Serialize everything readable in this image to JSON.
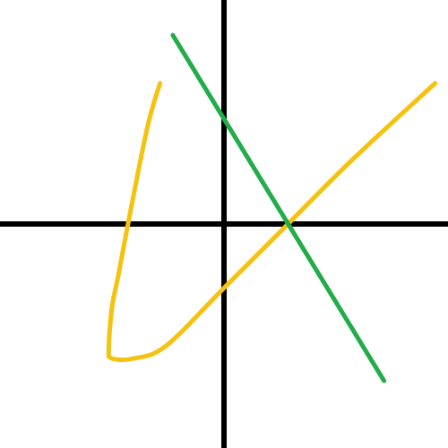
{
  "chart_data": {
    "type": "line",
    "title": "",
    "xlabel": "",
    "ylabel": "",
    "xlim": [
      -3.5,
      3.5
    ],
    "ylim": [
      -3.5,
      3.5
    ],
    "grid": false,
    "legend": "none",
    "axes_color": "#000000",
    "series": [
      {
        "color": "#f5c20f",
        "x": [
          -1.0,
          -1.2,
          -1.5,
          -1.65,
          -1.75,
          -1.8,
          -1.75,
          -1.4,
          -0.9,
          0.0,
          1.0,
          2.0,
          3.3
        ],
        "y": [
          2.2,
          1.5,
          0.0,
          -0.8,
          -1.3,
          -1.95,
          -2.1,
          -2.1,
          -1.9,
          -1.0,
          0.0,
          1.0,
          2.2
        ]
      },
      {
        "color": "#22ad4a",
        "x": [
          -0.8,
          2.5
        ],
        "y": [
          2.95,
          -2.45
        ]
      }
    ]
  }
}
